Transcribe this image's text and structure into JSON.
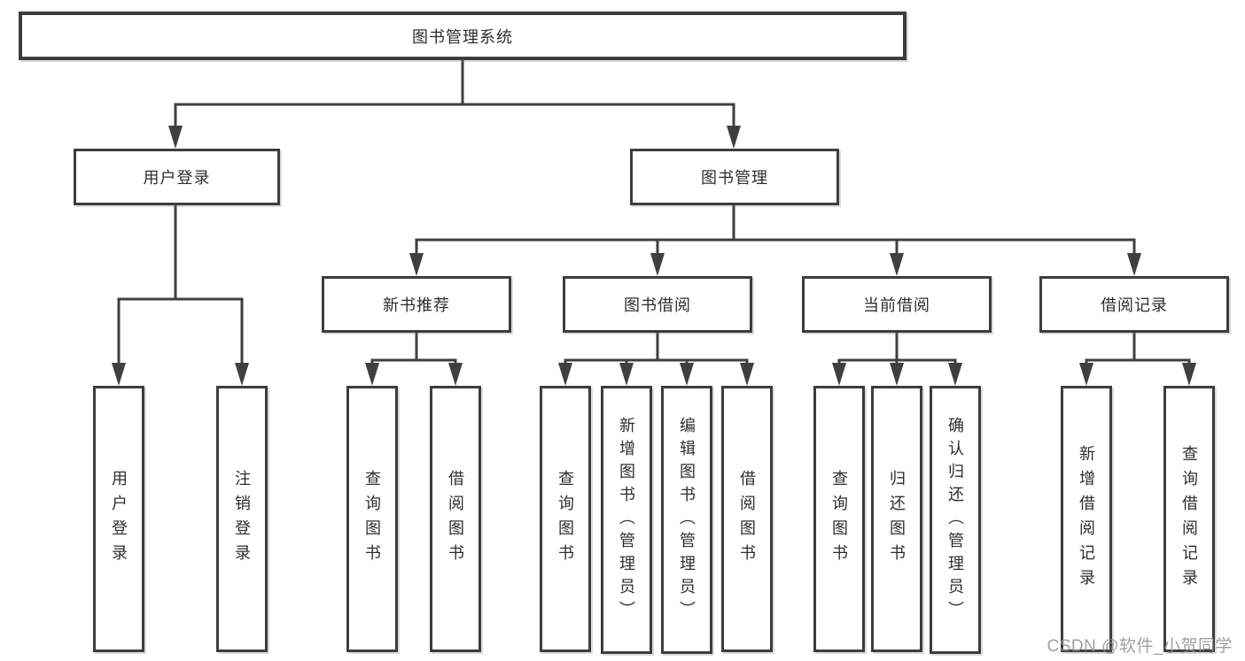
{
  "diagram": {
    "type": "hierarchy",
    "root": {
      "label": "图书管理系统"
    },
    "level2": [
      {
        "label": "用户登录",
        "children_of": "图书管理系统"
      },
      {
        "label": "图书管理",
        "children_of": "图书管理系统"
      }
    ],
    "level3": [
      {
        "label": "新书推荐",
        "children_of": "图书管理"
      },
      {
        "label": "图书借阅",
        "children_of": "图书管理"
      },
      {
        "label": "当前借阅",
        "children_of": "图书管理"
      },
      {
        "label": "借阅记录",
        "children_of": "图书管理"
      }
    ],
    "leaves": [
      {
        "label": "用户登录",
        "children_of": "用户登录"
      },
      {
        "label": "注销登录",
        "children_of": "用户登录"
      },
      {
        "label": "查询图书",
        "children_of": "新书推荐"
      },
      {
        "label": "借阅图书",
        "children_of": "新书推荐"
      },
      {
        "label": "查询图书",
        "children_of": "图书借阅"
      },
      {
        "label": "新增图书（管理员）",
        "children_of": "图书借阅"
      },
      {
        "label": "编辑图书（管理员）",
        "children_of": "图书借阅"
      },
      {
        "label": "借阅图书",
        "children_of": "图书借阅"
      },
      {
        "label": "查询图书",
        "children_of": "当前借阅"
      },
      {
        "label": "归还图书",
        "children_of": "当前借阅"
      },
      {
        "label": "确认归还（管理员）",
        "children_of": "当前借阅"
      },
      {
        "label": "新增借阅记录",
        "children_of": "借阅记录"
      },
      {
        "label": "查询借阅记录",
        "children_of": "借阅记录"
      }
    ]
  },
  "colors": {
    "line": "#3f3f3f",
    "box_border": "#3d3d3d",
    "text": "#2e2e2e",
    "background": "#ffffff",
    "watermark": "#8f8f8f"
  },
  "watermark": "CSDN @软件_小贺同学"
}
